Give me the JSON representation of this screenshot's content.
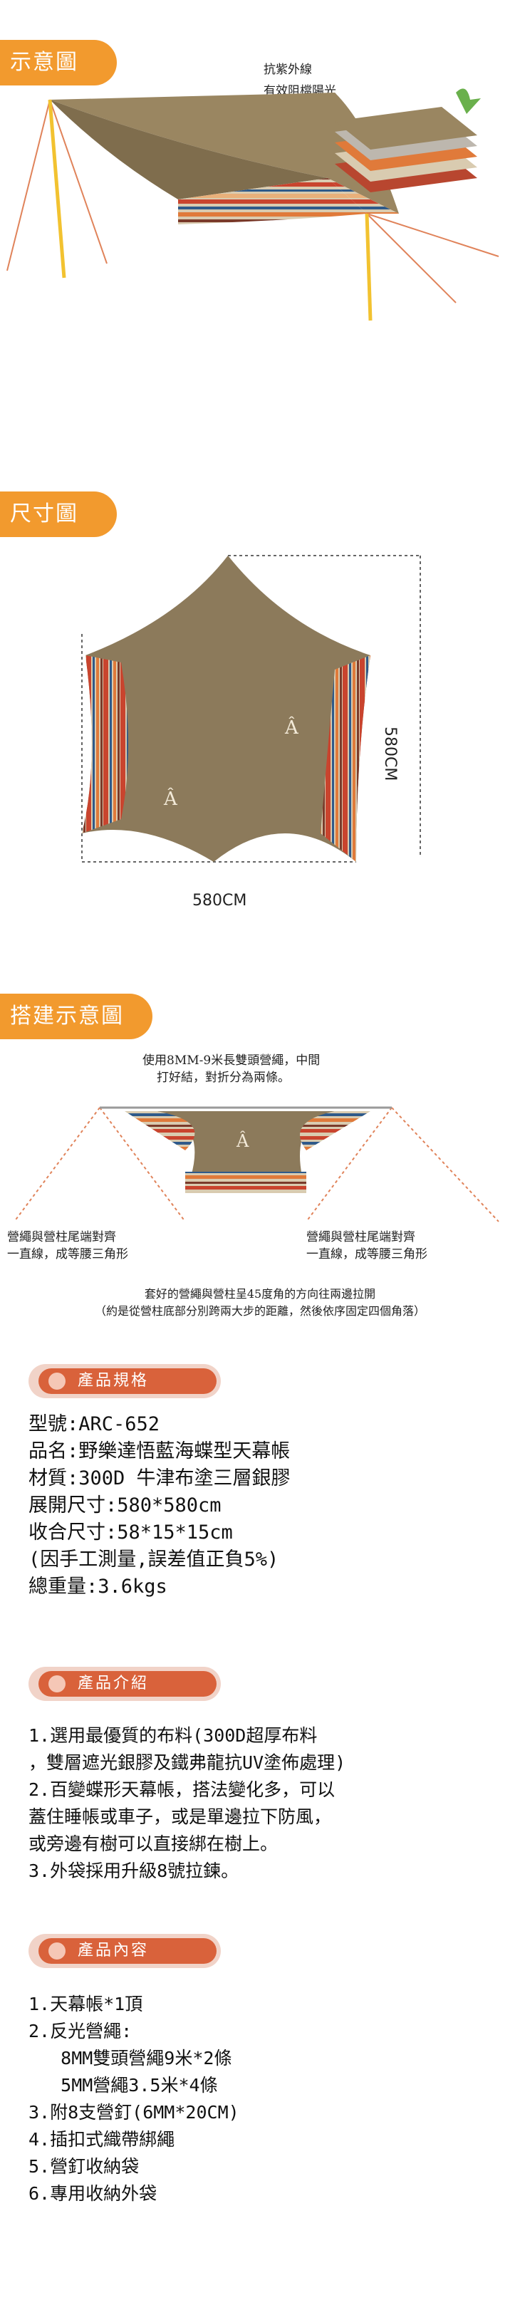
{
  "sections": {
    "illustration": {
      "title": "示意圖",
      "callout_line1": "抗紫外線",
      "callout_line2": "有效阻檔陽光"
    },
    "dimensions": {
      "title": "尺寸圖",
      "width_label": "580CM",
      "height_label": "580CM"
    },
    "setup": {
      "title": "搭建示意圖",
      "note_top_line1": "使用8MM-9米長雙頭營繩，中間",
      "note_top_line2": "打好結，對折分為兩條。",
      "note_left_line1": "營繩與營柱尾端對齊",
      "note_left_line2": "一直線，成等腰三角形",
      "note_right_line1": "營繩與營柱尾端對齊",
      "note_right_line2": "一直線，成等腰三角形",
      "note_bottom_line1": "套好的營繩與營柱呈45度角的方向往兩邊拉開",
      "note_bottom_line2": "（約是從營柱底部分別跨兩大步的距離，然後依序固定四個角落）"
    },
    "specs": {
      "title": "產品規格",
      "lines": [
        "型號:ARC-652",
        "品名:野樂達悟藍海蝶型天幕帳",
        "材質:300D 牛津布塗三層銀膠",
        "展開尺寸:580*580cm",
        "收合尺寸:58*15*15cm",
        "(因手工測量,誤差值正負5%)",
        "總重量:3.6kgs"
      ]
    },
    "intro": {
      "title": "產品介紹",
      "lines": [
        "1.選用最優質的布料(300D超厚布料",
        "，雙層遮光銀膠及鐵弗龍抗UV塗佈處理)",
        "2.百變蝶形天幕帳，搭法變化多，可以",
        "蓋住睡帳或車子，或是單邊拉下防風，",
        "或旁邊有樹可以直接綁在樹上。",
        "3.外袋採用升級8號拉鍊。"
      ]
    },
    "contents": {
      "title": "產品內容",
      "lines": [
        "1.天幕帳*1頂",
        "2.反光營繩:",
        "   8MM雙頭營繩9米*2條",
        "   5MM營繩3.5米*4條",
        "3.附8支營釘(6MM*20CM)",
        "4.插扣式織帶綁繩",
        "5.營釘收納袋",
        "6.專用收納外袋"
      ]
    }
  },
  "colors": {
    "accent": "#f29a2e",
    "pill": "#d9623b",
    "tarp": "#8c7a5b",
    "pole": "#f2c230",
    "rope": "#e0835a"
  }
}
